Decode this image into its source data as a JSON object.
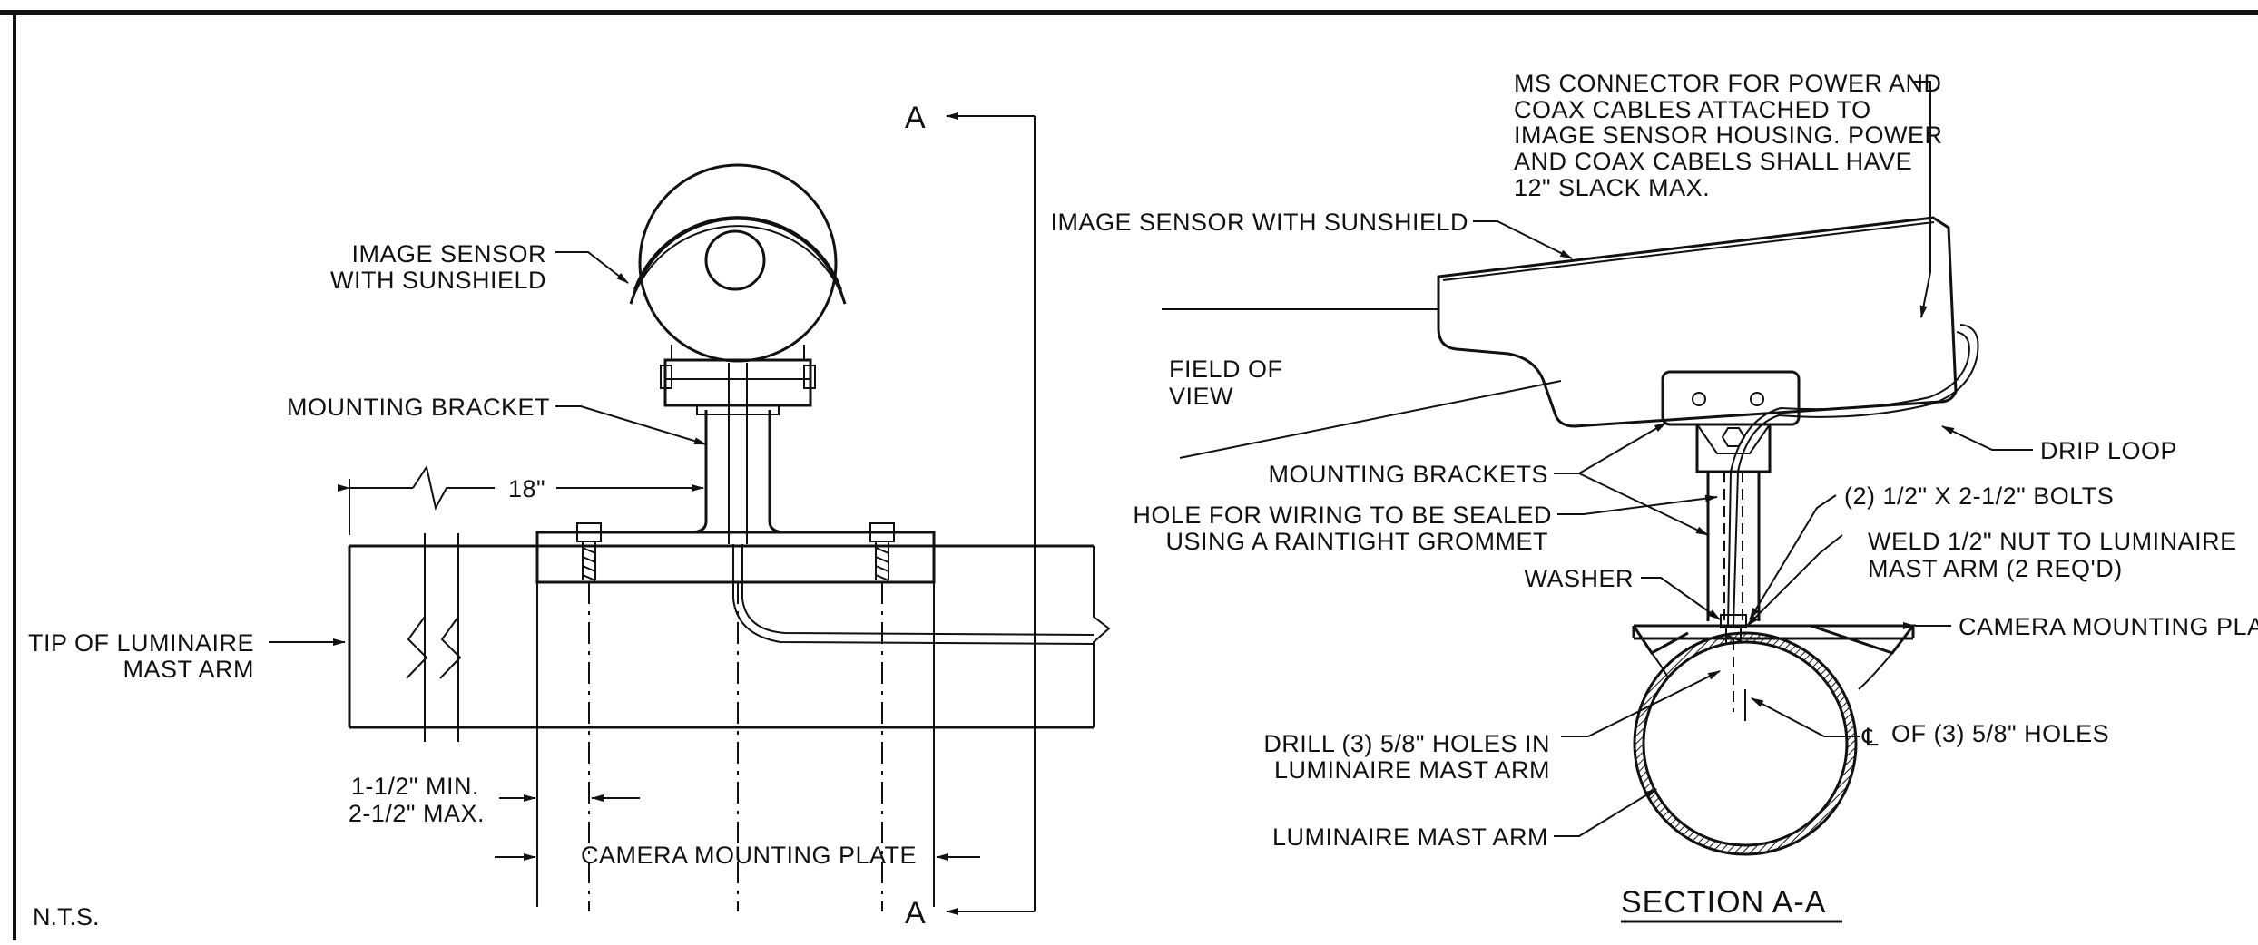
{
  "elevation": {
    "labels": {
      "image_sensor": [
        "IMAGE SENSOR",
        "WITH SUNSHIELD"
      ],
      "mounting_bracket": "MOUNTING BRACKET",
      "dimension_18": "18\"",
      "tip_of_arm": [
        "TIP OF LUMINAIRE",
        "MAST ARM"
      ],
      "edge_distance": [
        "1-1/2\" MIN.",
        "2-1/2\" MAX."
      ],
      "camera_plate": "CAMERA MOUNTING PLATE",
      "section_mark_top": "A",
      "section_mark_bottom": "A"
    }
  },
  "section": {
    "title": "SECTION A-A",
    "labels": {
      "ms_connector": [
        "MS CONNECTOR FOR POWER AND",
        "COAX CABLES ATTACHED TO",
        "IMAGE SENSOR HOUSING. POWER",
        "AND COAX CABELS SHALL HAVE",
        "12\" SLACK MAX."
      ],
      "image_sensor": "IMAGE SENSOR WITH SUNSHIELD",
      "field_of_view": [
        "FIELD OF",
        "VIEW"
      ],
      "drip_loop": "DRIP LOOP",
      "mounting_brackets": "MOUNTING BRACKETS",
      "hole_wiring": [
        "HOLE FOR WIRING TO BE SEALED",
        "USING A RAINTIGHT GROMMET"
      ],
      "bolts": "(2) 1/2\" X 2-1/2\" BOLTS",
      "weld_nut": [
        "WELD 1/2\" NUT TO LUMINAIRE",
        "MAST ARM (2 REQ'D)"
      ],
      "washer": "WASHER",
      "camera_plate": "CAMERA MOUNTING PLATE",
      "drill_holes": [
        "DRILL (3) 5/8\" HOLES IN",
        "LUMINAIRE MAST ARM"
      ],
      "centerline_holes": "OF (3) 5/8\" HOLES",
      "centerline_symbol": "℄",
      "mast_arm": "LUMINAIRE MAST ARM"
    }
  },
  "note": "N.T.S."
}
